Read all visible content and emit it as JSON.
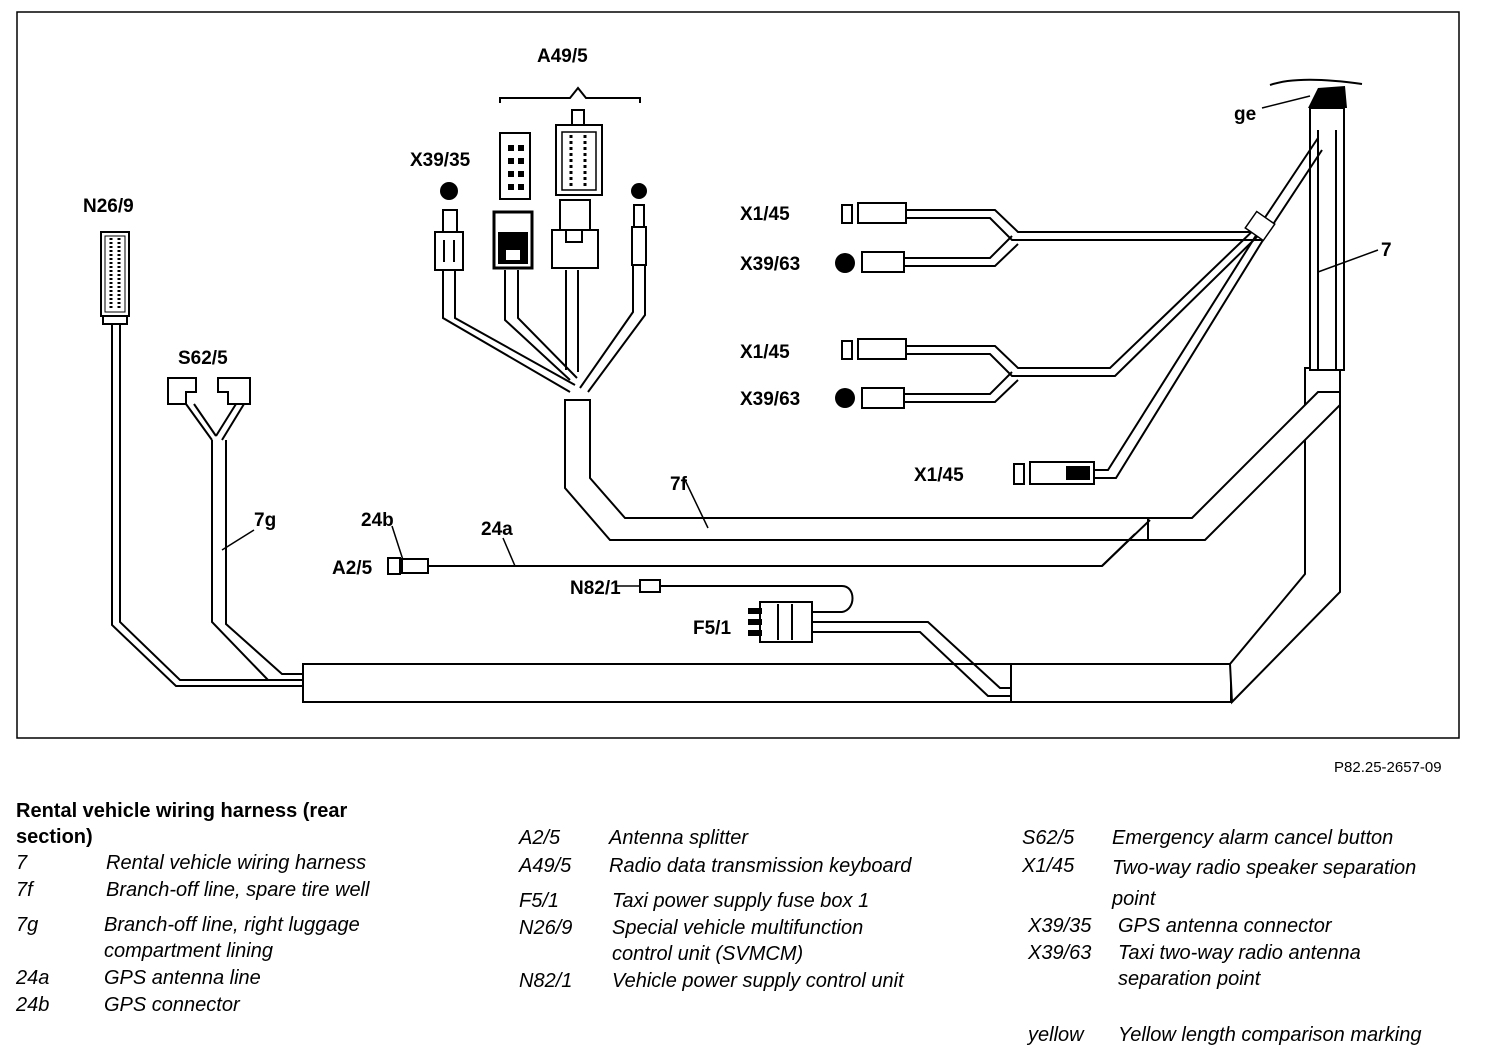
{
  "labels": {
    "a49_5": "A49/5",
    "x39_35": "X39/35",
    "n26_9": "N26/9",
    "s62_5": "S62/5",
    "x1_45_top": "X1/45",
    "x39_63_top": "X39/63",
    "x1_45_mid": "X1/45",
    "x39_63_mid": "X39/63",
    "x1_45_low": "X1/45",
    "ge": "ge",
    "harness_7": "7",
    "branch_7f": "7f",
    "branch_7g": "7g",
    "gps_24b": "24b",
    "gps_24a": "24a",
    "a2_5": "A2/5",
    "n82_1": "N82/1",
    "f5_1": "F5/1"
  },
  "figure_id": "P82.25-2657-09",
  "legend": {
    "title": "Rental vehicle wiring harness (rear section)",
    "col1": [
      {
        "code": "7",
        "desc": "Rental vehicle wiring harness"
      },
      {
        "code": "7f",
        "desc": "Branch-off line, spare tire well"
      },
      {
        "code": "7g",
        "desc": "Branch-off line, right luggage compartment lining"
      },
      {
        "code": "24a",
        "desc": "GPS antenna line"
      },
      {
        "code": "24b",
        "desc": "GPS connector"
      }
    ],
    "col2": [
      {
        "code": "A2/5",
        "desc": "Antenna splitter"
      },
      {
        "code": "A49/5",
        "desc": "Radio data transmission keyboard"
      },
      {
        "code": "F5/1",
        "desc": "Taxi power supply fuse box 1"
      },
      {
        "code": "N26/9",
        "desc": "Special vehicle multifunction control unit (SVMCM)"
      },
      {
        "code": "N82/1",
        "desc": "Vehicle power supply control unit"
      }
    ],
    "col3": [
      {
        "code": "S62/5",
        "desc": "Emergency alarm cancel button"
      },
      {
        "code": "X1/45",
        "desc": "Two-way radio speaker separation point"
      },
      {
        "code": "X39/35",
        "desc": "GPS antenna connector"
      },
      {
        "code": "X39/63",
        "desc": "Taxi two-way radio antenna separation point"
      },
      {
        "code": "yellow",
        "desc": "Yellow length comparison marking"
      }
    ]
  }
}
